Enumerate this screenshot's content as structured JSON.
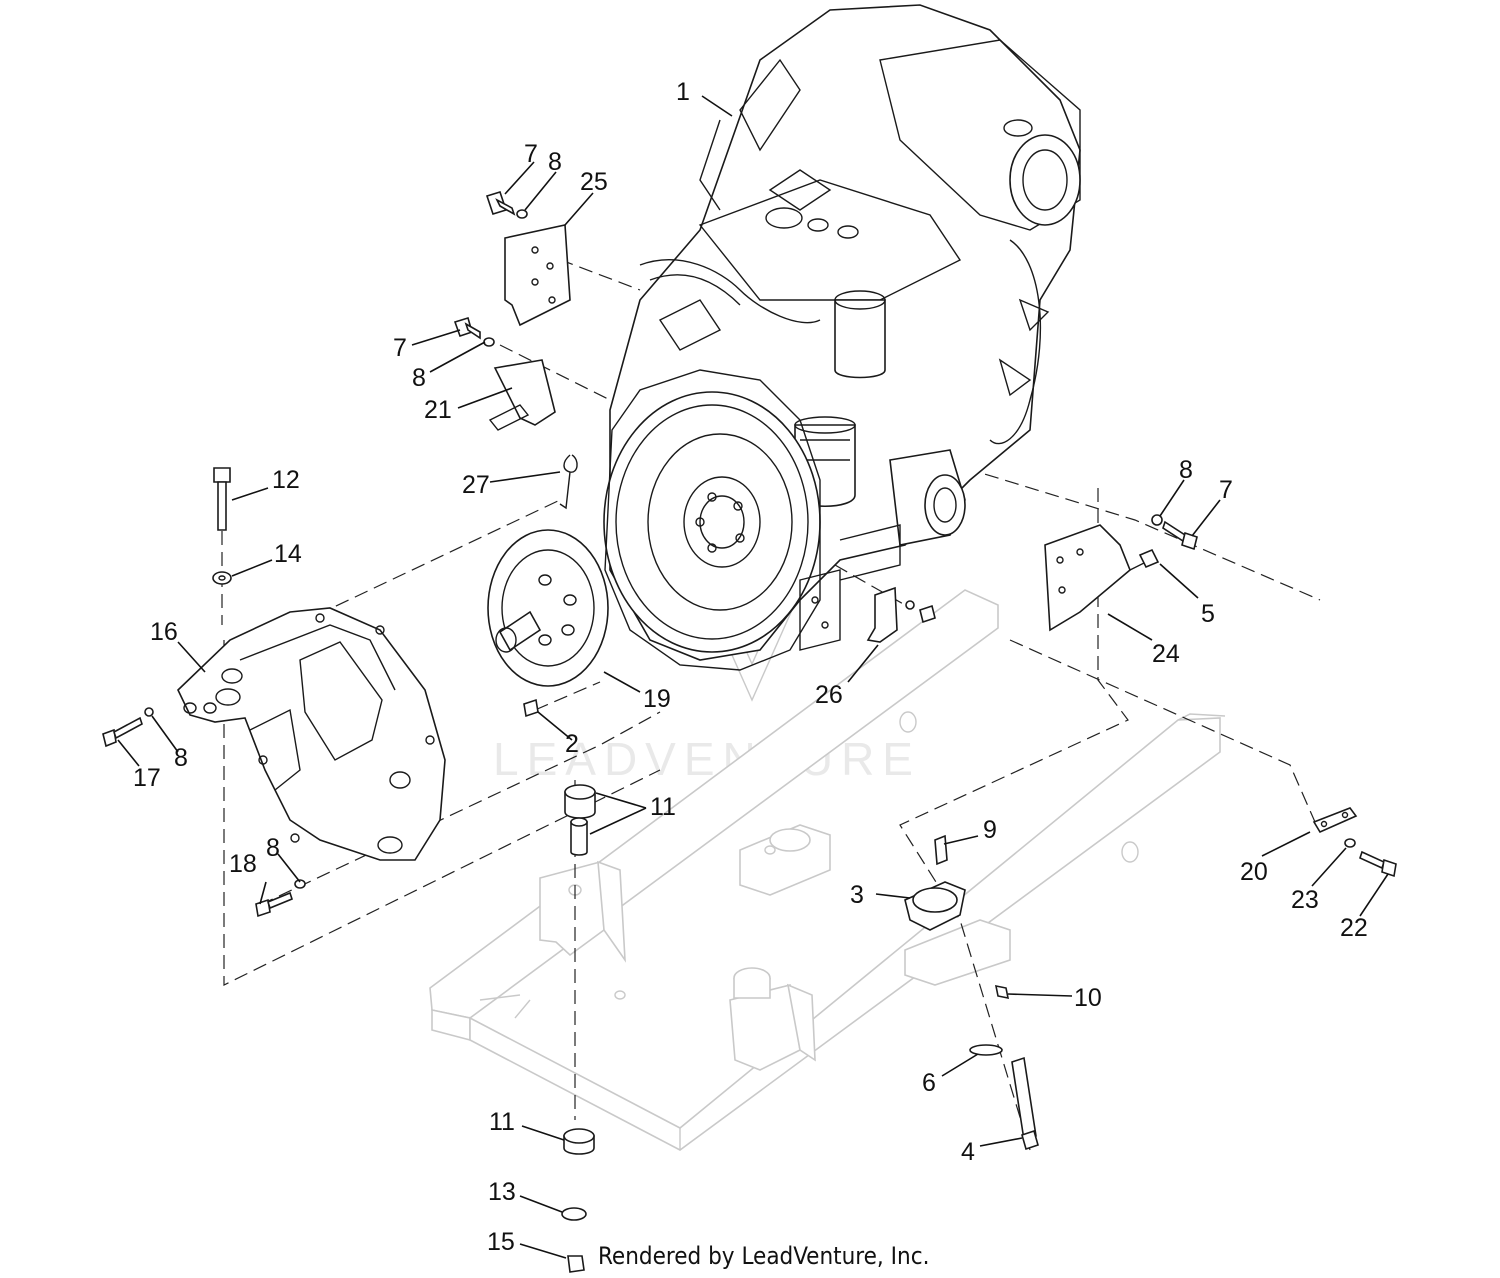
{
  "diagram": {
    "watermark": "LEADVENTURE",
    "credit": "Rendered by LeadVenture, Inc.",
    "callouts": [
      {
        "id": "c1",
        "label": "1"
      },
      {
        "id": "c7a",
        "label": "7"
      },
      {
        "id": "c8a",
        "label": "8"
      },
      {
        "id": "c25",
        "label": "25"
      },
      {
        "id": "c7b",
        "label": "7"
      },
      {
        "id": "c8b",
        "label": "8"
      },
      {
        "id": "c21",
        "label": "21"
      },
      {
        "id": "c12",
        "label": "12"
      },
      {
        "id": "c27",
        "label": "27"
      },
      {
        "id": "c14",
        "label": "14"
      },
      {
        "id": "c16",
        "label": "16"
      },
      {
        "id": "c19",
        "label": "19"
      },
      {
        "id": "c2",
        "label": "2"
      },
      {
        "id": "c17",
        "label": "17"
      },
      {
        "id": "c8c",
        "label": "8"
      },
      {
        "id": "c11a",
        "label": "11"
      },
      {
        "id": "c8d",
        "label": "8"
      },
      {
        "id": "c18",
        "label": "18"
      },
      {
        "id": "c26",
        "label": "26"
      },
      {
        "id": "c8e",
        "label": "8"
      },
      {
        "id": "c7c",
        "label": "7"
      },
      {
        "id": "c5",
        "label": "5"
      },
      {
        "id": "c24",
        "label": "24"
      },
      {
        "id": "c9",
        "label": "9"
      },
      {
        "id": "c3",
        "label": "3"
      },
      {
        "id": "c20",
        "label": "20"
      },
      {
        "id": "c23",
        "label": "23"
      },
      {
        "id": "c22",
        "label": "22"
      },
      {
        "id": "c10",
        "label": "10"
      },
      {
        "id": "c6",
        "label": "6"
      },
      {
        "id": "c4",
        "label": "4"
      },
      {
        "id": "c11b",
        "label": "11"
      },
      {
        "id": "c13",
        "label": "13"
      },
      {
        "id": "c15",
        "label": "15"
      }
    ]
  }
}
